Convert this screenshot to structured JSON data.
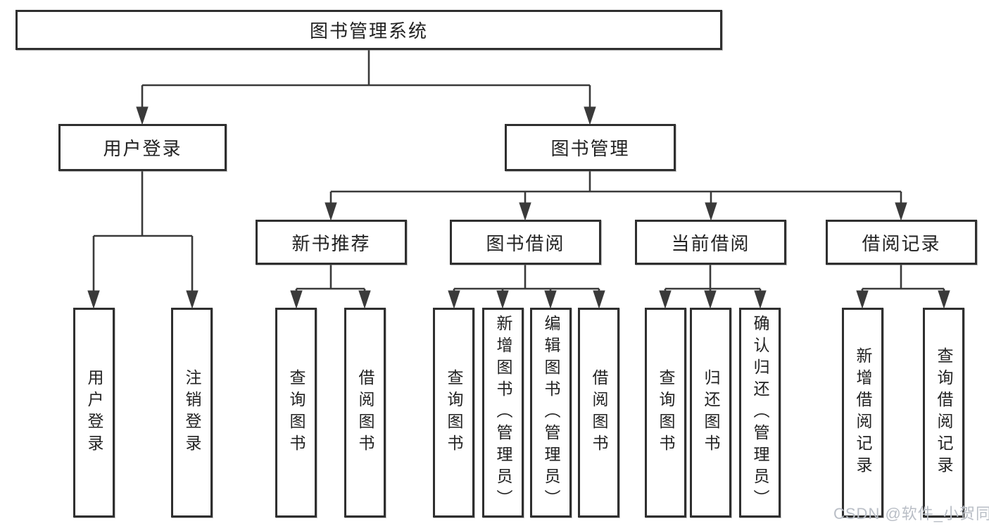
{
  "nodes": {
    "root": {
      "label": "图书管理系统"
    },
    "user_login": {
      "label": "用户登录"
    },
    "book_mgmt": {
      "label": "图书管理"
    },
    "new_book_rec": {
      "label": "新书推荐"
    },
    "book_borrow": {
      "label": "图书借阅"
    },
    "current_borrow": {
      "label": "当前借阅"
    },
    "borrow_record": {
      "label": "借阅记录"
    },
    "leaf_user_login": {
      "label": "用户登录"
    },
    "leaf_logout": {
      "label": "注销登录"
    },
    "leaf_nbr_query": {
      "label": "查询图书"
    },
    "leaf_nbr_borrow": {
      "label": "借阅图书"
    },
    "leaf_bb_query": {
      "label": "查询图书"
    },
    "leaf_bb_add": {
      "label": "新增图书（管理员）"
    },
    "leaf_bb_edit": {
      "label": "编辑图书（管理员）"
    },
    "leaf_bb_borrow": {
      "label": "借阅图书"
    },
    "leaf_cb_query": {
      "label": "查询图书"
    },
    "leaf_cb_return": {
      "label": "归还图书"
    },
    "leaf_cb_confirm": {
      "label": "确认归还（管理员）"
    },
    "leaf_br_add": {
      "label": "新增借阅记录"
    },
    "leaf_br_query": {
      "label": "查询借阅记录"
    }
  },
  "watermark": {
    "text": "CSDN @软件_小贺同学"
  },
  "colors": {
    "line": "#3a3a3a",
    "border": "#2f2f2f",
    "background": "#ffffff",
    "watermark": "#b9bec6"
  }
}
